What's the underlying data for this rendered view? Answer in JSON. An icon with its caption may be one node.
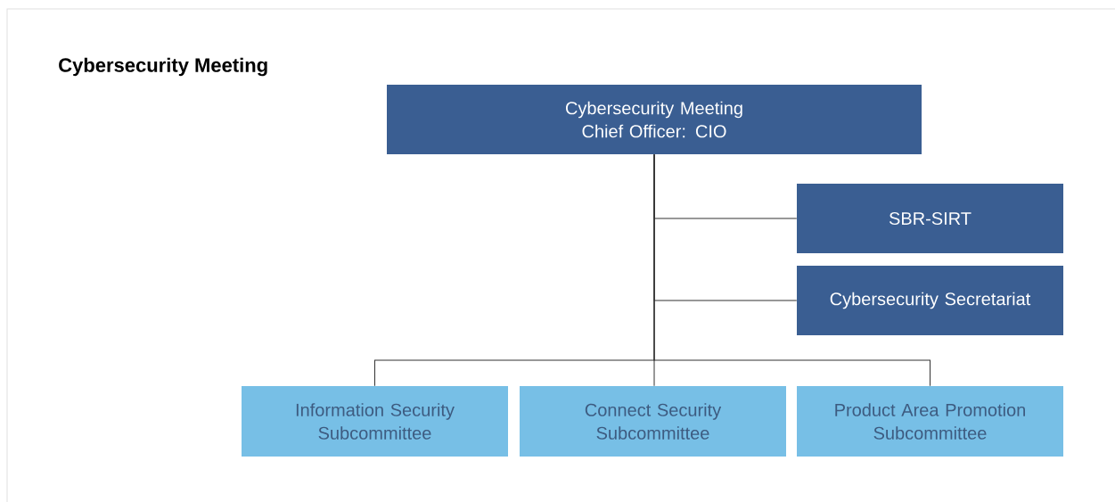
{
  "diagram": {
    "title": "Cybersecurity Meeting",
    "nodes": [
      {
        "text": [
          "Cybersecurity Meeting",
          "Chief Officer: CIO"
        ]
      },
      {
        "text": [
          "SBR-SIRT"
        ]
      },
      {
        "text": [
          "Cybersecurity Secretariat"
        ]
      },
      {
        "text": [
          "Information Security Subcommittee"
        ]
      },
      {
        "text": [
          "Connect Security Subcommittee"
        ]
      },
      {
        "text": [
          "Product Area Promotion Subcommittee"
        ]
      }
    ],
    "edges": [
      {
        "from": 0,
        "to": 1,
        "arrow": "none"
      },
      {
        "from": 0,
        "to": 2,
        "arrow": "none"
      },
      {
        "from": 0,
        "to": 3,
        "arrow": "none"
      },
      {
        "from": 0,
        "to": 4,
        "arrow": "none"
      },
      {
        "from": 0,
        "to": 5,
        "arrow": "none"
      }
    ]
  }
}
